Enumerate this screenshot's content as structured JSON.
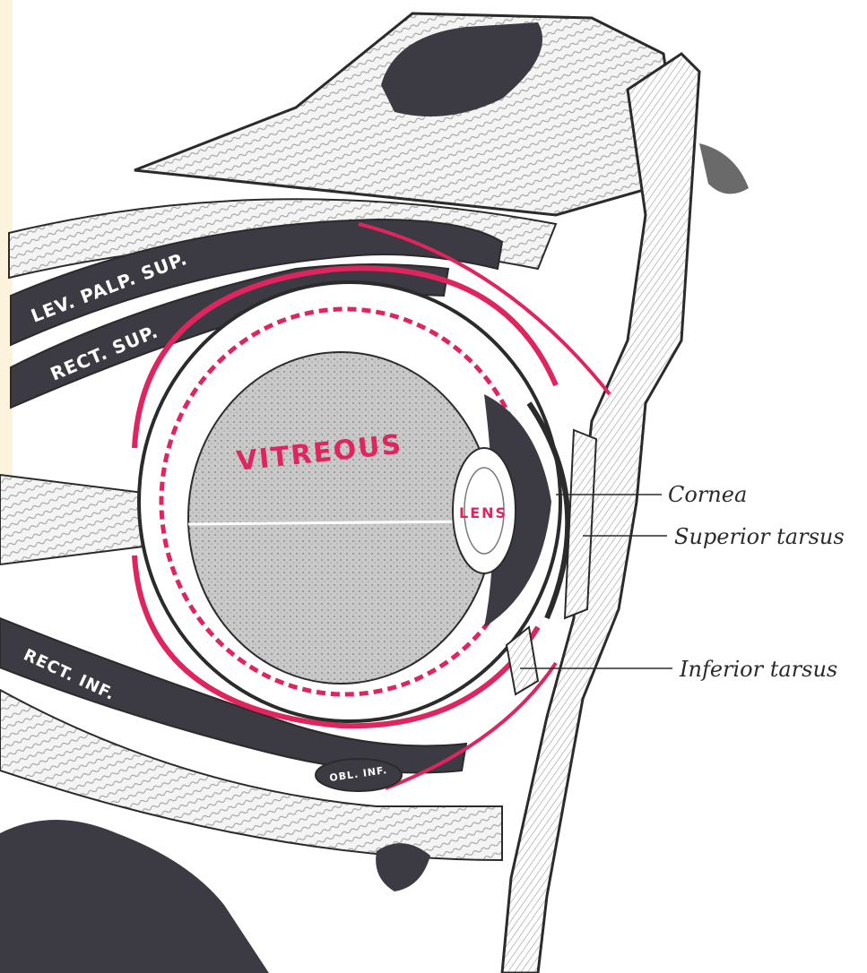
{
  "labels": {
    "levator": "LEV. PALP. SUP.",
    "rect_sup": "RECT. SUP.",
    "rect_inf": "RECT. INF.",
    "obl_inf": "OBL. INF.",
    "vitreous": "VITREOUS",
    "lens": "LENS",
    "cornea": "Cornea",
    "superior_tarsus": "Superior tarsus",
    "inferior_tarsus": "Inferior tarsus"
  },
  "colors": {
    "ink": "#2b2b2b",
    "muscle": "#3c3a42",
    "vessel": "#e0245e",
    "paper_left": "#fbf3dc"
  }
}
